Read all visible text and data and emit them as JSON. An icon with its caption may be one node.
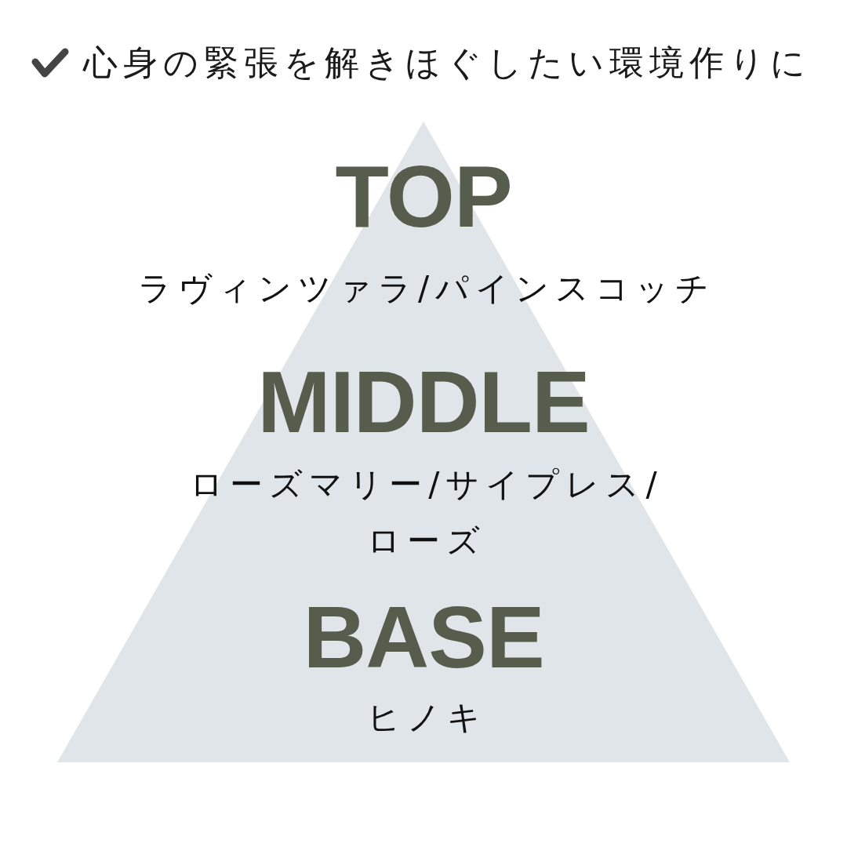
{
  "diagram": {
    "title": "心身の緊張を解きほぐしたい環境作りに",
    "nodes": [
      {
        "text": [
          "TOP",
          "ラヴィンツァラ/パインスコッチ",
          "MIDDLE",
          "ローズマリー/サイプレス/ローズ",
          "BASE",
          "ヒノキ"
        ]
      }
    ]
  }
}
